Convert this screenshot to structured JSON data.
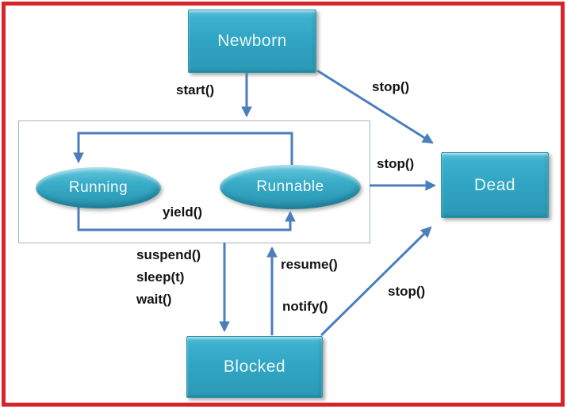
{
  "states": {
    "newborn": "Newborn",
    "running": "Running",
    "runnable": "Runnable",
    "dead": "Dead",
    "blocked": "Blocked"
  },
  "transitions": {
    "start": "start()",
    "stop_from_newborn": "stop()",
    "stop_from_runnable": "stop()",
    "stop_from_blocked": "stop()",
    "yield": "yield()",
    "suspend": "suspend()",
    "sleep": "sleep(t)",
    "wait": "wait()",
    "resume": "resume()",
    "notify": "notify()"
  },
  "colors": {
    "frame_border": "#d8232b",
    "state_fill": "#35abc8",
    "arrow": "#4a7ebd",
    "inner_box_border": "#a3b1cc",
    "label_text": "#141414",
    "state_text": "#eaf7fa"
  }
}
